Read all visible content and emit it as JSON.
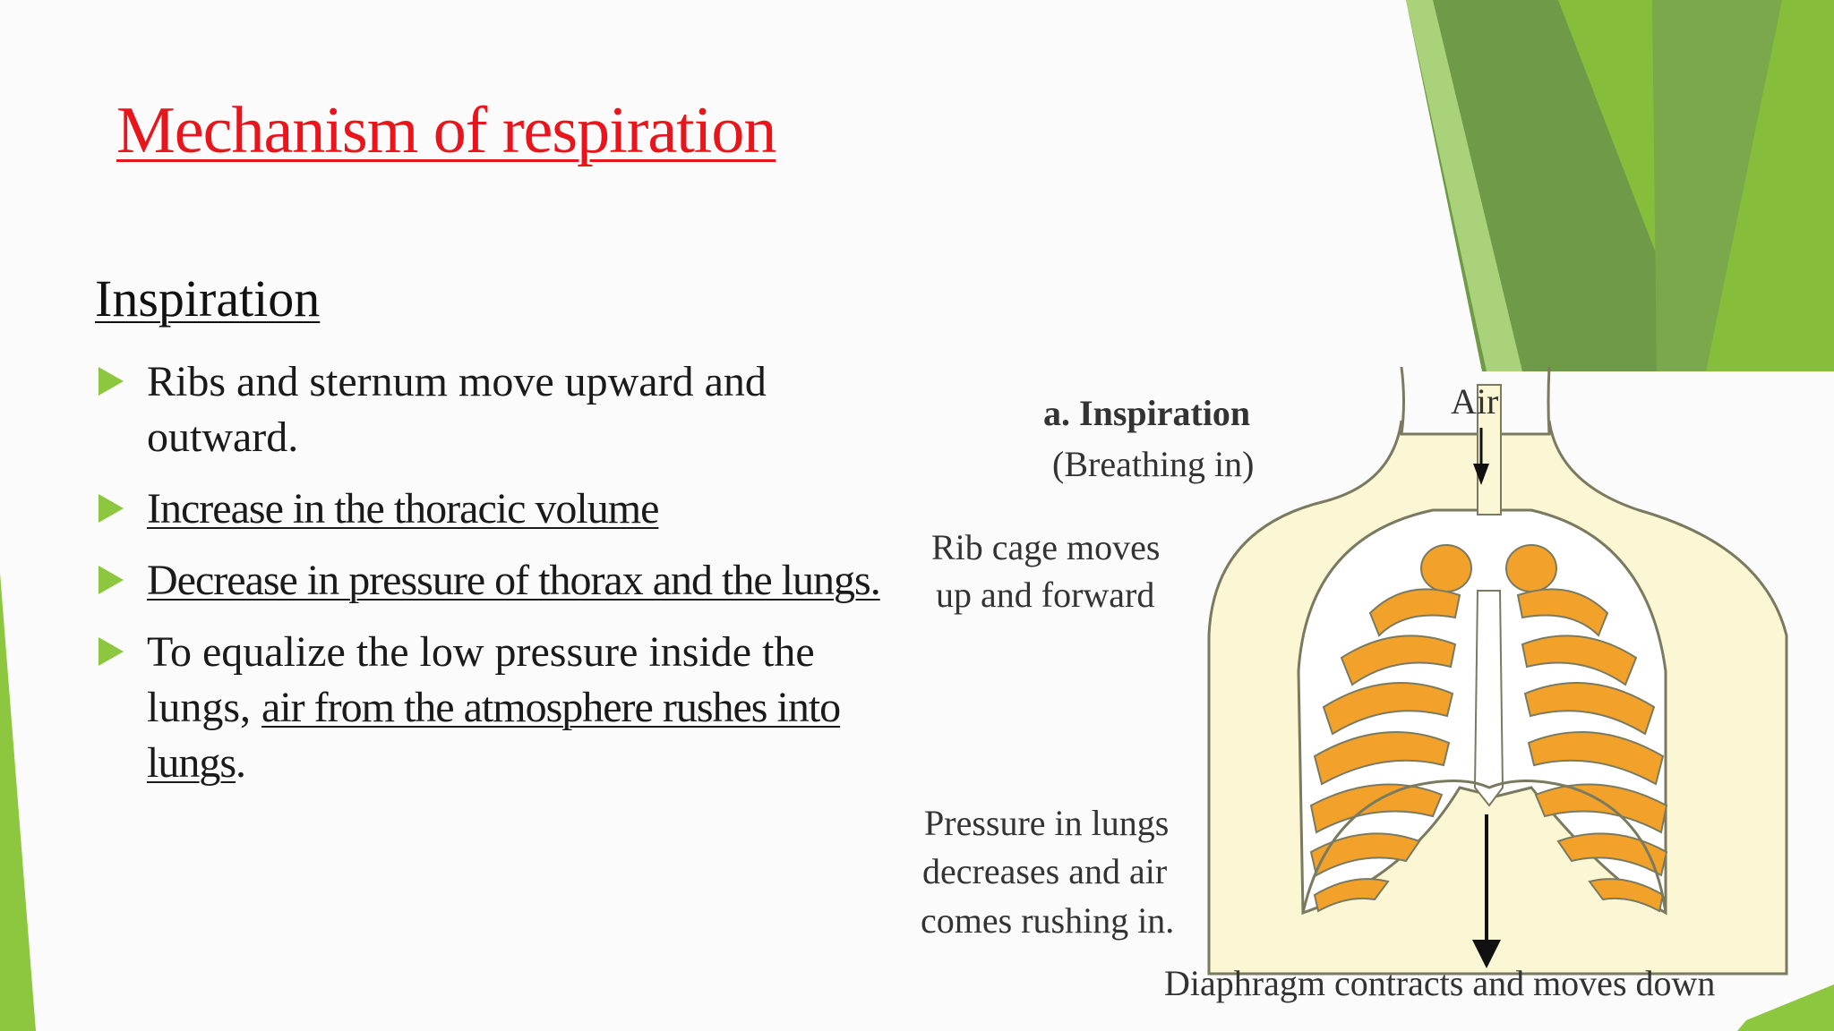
{
  "slide": {
    "title": "Mechanism of respiration",
    "section_heading": "Inspiration",
    "bullets": [
      {
        "text": "Ribs and sternum move upward and outward."
      },
      {
        "text": "Increase in the thoracic volume"
      },
      {
        "text": "Decrease in pressure of thorax and the lungs."
      },
      {
        "prefix": "To equalize the low pressure inside the lungs, ",
        "emphasis": "air from the atmosphere rushes into lungs",
        "suffix": "."
      }
    ]
  },
  "diagram": {
    "heading": "a. Inspiration",
    "subheading": "(Breathing in)",
    "label_air": "Air",
    "label_rib_cage": [
      "Rib cage moves",
      "up and forward"
    ],
    "label_pressure": [
      "Pressure in lungs",
      "decreases and air",
      "comes rushing in."
    ],
    "label_diaphragm": "Diaphragm contracts and moves down"
  },
  "colors": {
    "title_red": "#e8151c",
    "bullet_green": "#8dc63f",
    "lung_orange": "#f2a22a",
    "body_cream": "#fbf6d3",
    "deco_green_dark": "#6f9a48",
    "deco_green_light": "#8dc63f"
  },
  "icons": {
    "bullet": "right-triangle-icon",
    "arrow": "down-arrow-icon"
  }
}
